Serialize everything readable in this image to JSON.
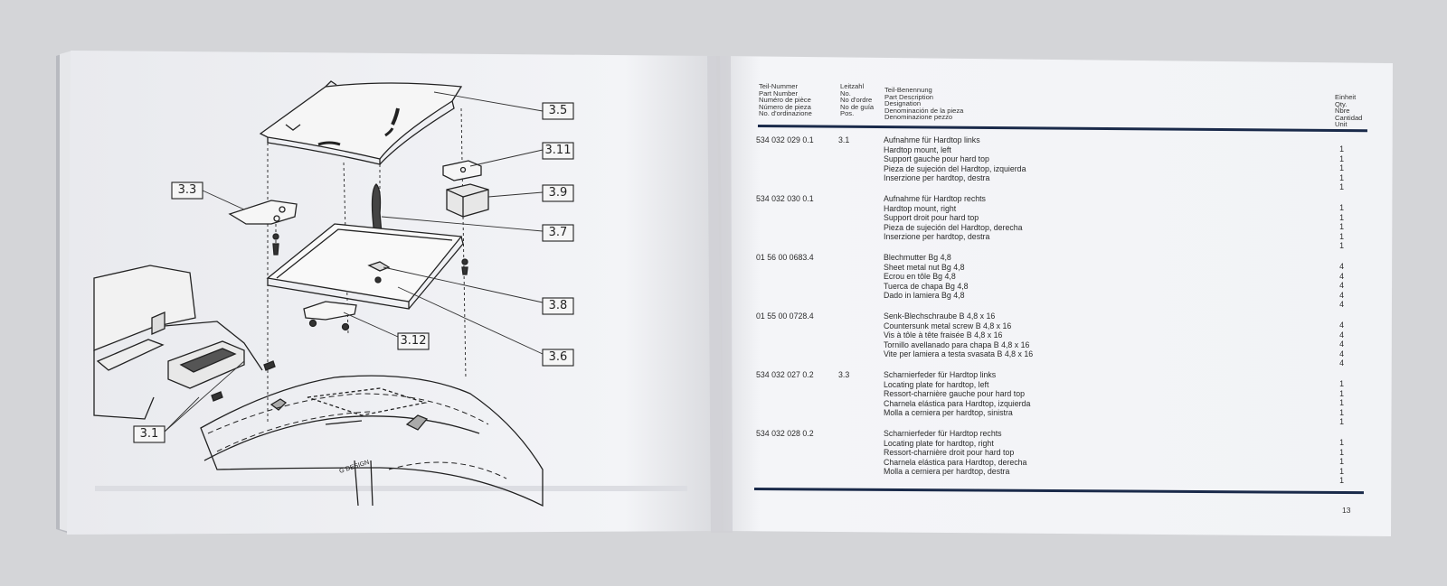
{
  "diagram": {
    "callouts": [
      "3.5",
      "3.11",
      "3.3",
      "3.9",
      "3.7",
      "3.8",
      "3.12",
      "3.6",
      "3.1"
    ],
    "design_mark": "G DESIGN"
  },
  "parts_table": {
    "headers": {
      "part_number": [
        "Teil-Nummer",
        "Part Number",
        "Numéro de pièce",
        "Número de pieza",
        "No. d'ordinazione"
      ],
      "leitzahl": [
        "Leitzahl",
        "No.",
        "No d'ordre",
        "No de guía",
        "Pos."
      ],
      "description": [
        "Teil-Benennung",
        "Part Description",
        "Designation",
        "Denominación de la pieza",
        "Denominazione pezzo"
      ],
      "unit": [
        "Einheit",
        "Qty.",
        "Nbre",
        "Cantidad",
        "Unit"
      ]
    },
    "entries": [
      {
        "part_number": "534 032 029 0.1",
        "leitzahl": "3.1",
        "desc": [
          "Aufnahme für Hardtop links",
          "Hardtop mount, left",
          "Support gauche pour hard top",
          "Pieza de sujeción del Hardtop, izquierda",
          "Inserzione per hardtop, destra"
        ],
        "qty": [
          "1",
          "1",
          "1",
          "1",
          "1"
        ]
      },
      {
        "part_number": "534 032 030 0.1",
        "leitzahl": "",
        "desc": [
          "Aufnahme für Hardtop rechts",
          "Hardtop mount, right",
          "Support droit pour hard top",
          "Pieza de sujeción del Hardtop, derecha",
          "Inserzione per hardtop, destra"
        ],
        "qty": [
          "1",
          "1",
          "1",
          "1",
          "1"
        ]
      },
      {
        "part_number": "01 56 00 0683.4",
        "leitzahl": "",
        "desc": [
          "Blechmutter Bg 4,8",
          "Sheet metal nut Bg 4,8",
          "Ecrou en tôle Bg 4,8",
          "Tuerca de chapa Bg 4,8",
          "Dado in lamiera Bg 4,8"
        ],
        "qty": [
          "4",
          "4",
          "4",
          "4",
          "4"
        ]
      },
      {
        "part_number": "01 55 00 0728.4",
        "leitzahl": "",
        "desc": [
          "Senk-Blechschraube B 4,8 x 16",
          "Countersunk metal screw B 4,8 x 16",
          "Vis à tôle à tête fraisée B 4,8 x 16",
          "Tornillo avellanado para chapa B 4,8 x 16",
          "Vite per lamiera a testa svasata B 4,8 x 16"
        ],
        "qty": [
          "4",
          "4",
          "4",
          "4",
          "4"
        ]
      },
      {
        "part_number": "534 032 027 0.2",
        "leitzahl": "3.3",
        "desc": [
          "Scharnierfeder für Hardtop links",
          "Locating plate for hardtop, left",
          "Ressort-charnière gauche pour hard top",
          "Charnela elástica para Hardtop, izquierda",
          "Molla a cerniera per hardtop, sinistra"
        ],
        "qty": [
          "1",
          "1",
          "1",
          "1",
          "1"
        ]
      },
      {
        "part_number": "534 032 028 0.2",
        "leitzahl": "",
        "desc": [
          "Scharnierfeder für Hardtop rechts",
          "Locating plate for hardtop, right",
          "Ressort-charnière droit pour hard top",
          "Charnela elástica para Hardtop, derecha",
          "Molla a cerniera per hardtop, destra"
        ],
        "qty": [
          "1",
          "1",
          "1",
          "1",
          "1"
        ]
      }
    ],
    "page_number": "13"
  }
}
